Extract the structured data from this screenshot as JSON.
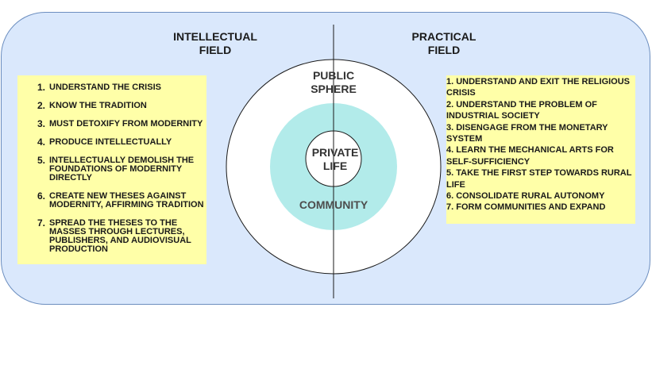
{
  "colors": {
    "panel_fill": "#dae8fc",
    "panel_border": "#6c8ebf",
    "note_fill": "#ffffa8",
    "community_fill": "#b2ebea",
    "outline": "#1a1a1a"
  },
  "intellectual": {
    "title_line1": "INTELLECTUAL",
    "title_line2": "FIELD",
    "items": [
      {
        "num": "1.",
        "text": "UNDERSTAND THE CRISIS"
      },
      {
        "num": "2.",
        "text": "KNOW THE TRADITION"
      },
      {
        "num": "3.",
        "text": "MUST DETOXIFY FROM MODERNITY"
      },
      {
        "num": "4.",
        "text": "PRODUCE INTELLECTUALLY"
      },
      {
        "num": "5.",
        "text": "INTELLECTUALLY DEMOLISH THE FOUNDATIONS OF MODERNITY DIRECTLY"
      },
      {
        "num": "6.",
        "text": "CREATE NEW THESES AGAINST MODERNITY, AFFIRMING TRADITION"
      },
      {
        "num": "7.",
        "text": "SPREAD THE THESES TO THE MASSES THROUGH LECTURES, PUBLISHERS, AND AUDIOVISUAL PRODUCTION"
      }
    ]
  },
  "practical": {
    "title_line1": "PRACTICAL",
    "title_line2": "FIELD",
    "items": [
      "1.  UNDERSTAND AND EXIT THE RELIGIOUS CRISIS",
      "2.  UNDERSTAND THE PROBLEM OF INDUSTRIAL SOCIETY",
      "3.  DISENGAGE FROM THE MONETARY SYSTEM",
      "4.  LEARN THE MECHANICAL ARTS FOR SELF-SUFFICIENCY",
      "5.  TAKE THE FIRST STEP TOWARDS RURAL LIFE",
      "6.  CONSOLIDATE RURAL AUTONOMY",
      "7.  FORM COMMUNITIES AND EXPAND"
    ]
  },
  "center": {
    "public_line1": "PUBLIC",
    "public_line2": "SPHERE",
    "private_line1": "PRIVATE",
    "private_line2": "LIFE",
    "community": "COMMUNITY"
  }
}
